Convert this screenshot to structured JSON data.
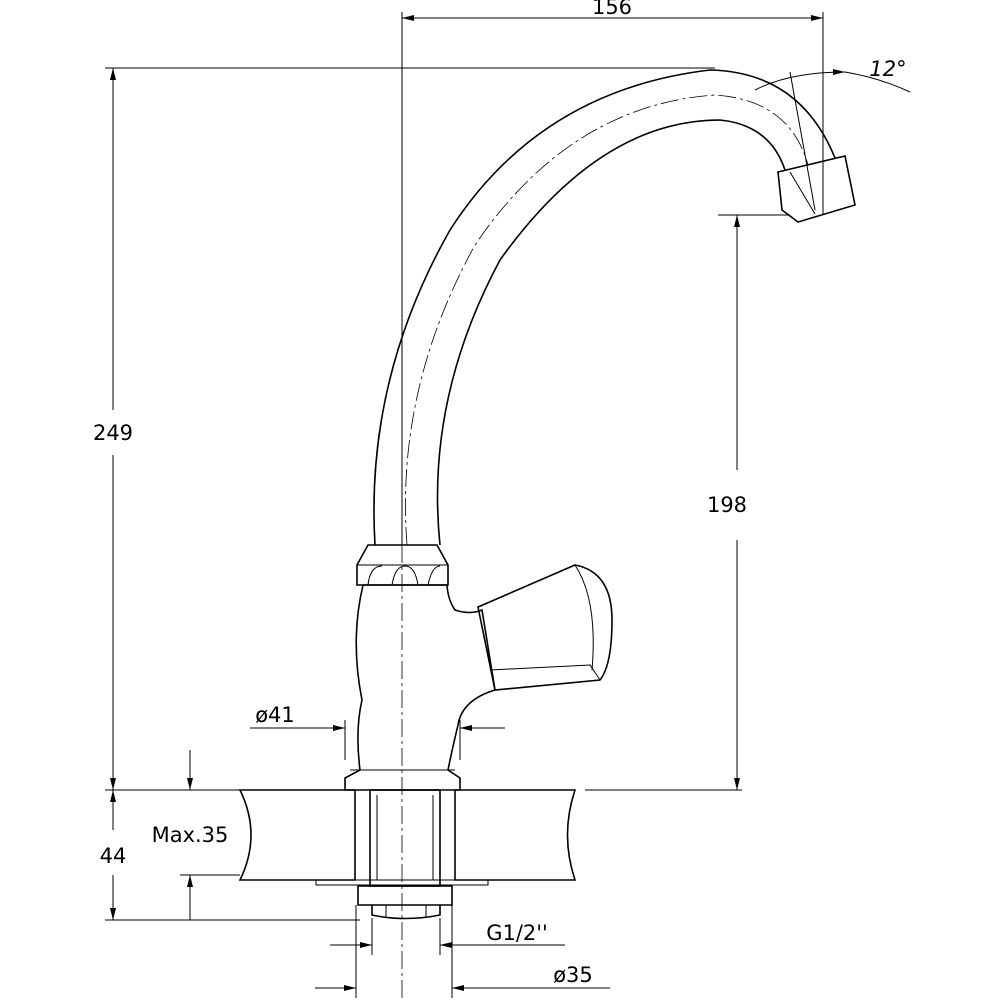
{
  "drawing": {
    "dimensions": {
      "spout_reach": "156",
      "spout_angle": "12°",
      "total_height": "249",
      "spout_height": "198",
      "body_diameter": "ø41",
      "max_thickness": "Max.35",
      "shank_length": "44",
      "thread": "G1/2''",
      "hole_diameter": "ø35"
    }
  }
}
